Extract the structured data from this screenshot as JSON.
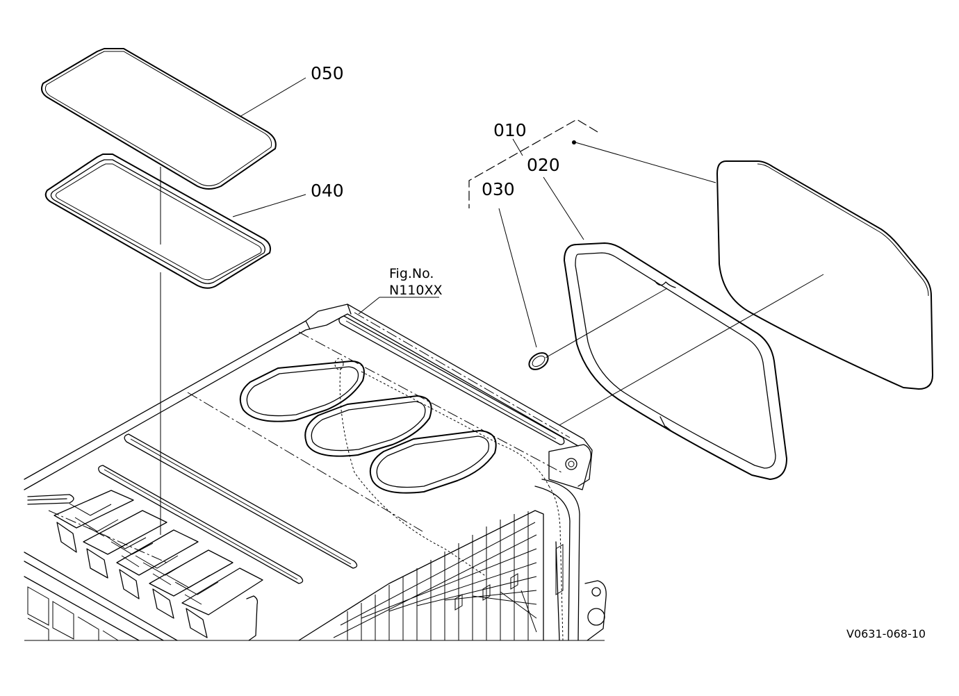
{
  "labels": {
    "p050": "050",
    "p040": "040",
    "p010": "010",
    "p020": "020",
    "p030": "030"
  },
  "figure_ref": {
    "line1": "Fig.No.",
    "line2": "N110XX"
  },
  "drawing_code": "V0631-068-10"
}
